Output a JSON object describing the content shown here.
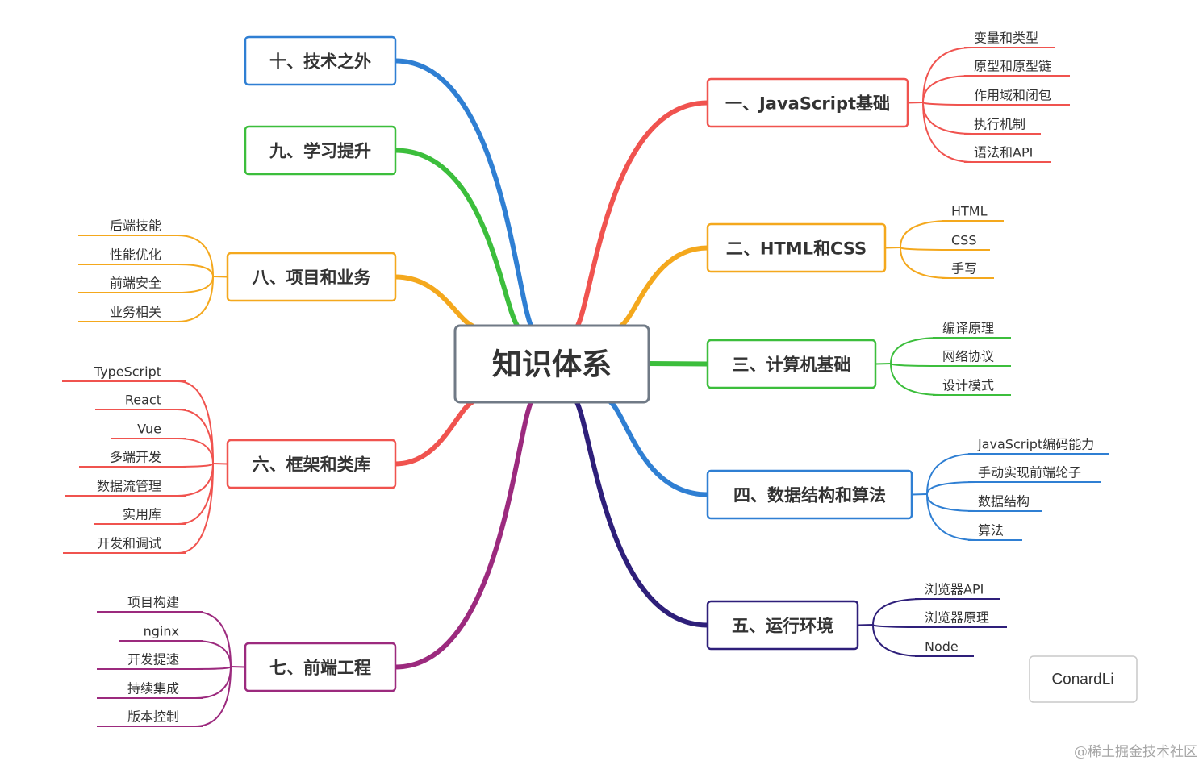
{
  "center": {
    "label": "知识体系",
    "fill": "#ffffff",
    "border": "#707a86"
  },
  "branches": [
    {
      "label": "一、JavaScript基础",
      "color": "#f0534f",
      "children": [
        "变量和类型",
        "原型和原型链",
        "作用域和闭包",
        "执行机制",
        "语法和API"
      ]
    },
    {
      "label": "二、HTML和CSS",
      "color": "#f4a81d",
      "children": [
        "HTML",
        "CSS",
        "手写"
      ]
    },
    {
      "label": "三、计算机基础",
      "color": "#3cbe3c",
      "children": [
        "编译原理",
        "网络协议",
        "设计模式"
      ]
    },
    {
      "label": "四、数据结构和算法",
      "color": "#2f7fd3",
      "children": [
        "JavaScript编码能力",
        "手动实现前端轮子",
        "数据结构",
        "算法"
      ]
    },
    {
      "label": "五、运行环境",
      "color": "#2e1f7a",
      "children": [
        "浏览器API",
        "浏览器原理",
        "Node"
      ]
    },
    {
      "label": "六、框架和类库",
      "color": "#f0534f",
      "children": [
        "TypeScript",
        "React",
        "Vue",
        "多端开发",
        "数据流管理",
        "实用库",
        "开发和调试"
      ]
    },
    {
      "label": "七、前端工程",
      "color": "#9c2a7e",
      "children": [
        "项目构建",
        "nginx",
        "开发提速",
        "持续集成",
        "版本控制"
      ]
    },
    {
      "label": "八、项目和业务",
      "color": "#f4a81d",
      "children": [
        "后端技能",
        "性能优化",
        "前端安全",
        "业务相关"
      ]
    },
    {
      "label": "九、学习提升",
      "color": "#3cbe3c",
      "children": []
    },
    {
      "label": "十、技术之外",
      "color": "#2f7fd3",
      "children": []
    }
  ],
  "author": "ConardLi",
  "watermark": "@稀土掘金技术社区"
}
